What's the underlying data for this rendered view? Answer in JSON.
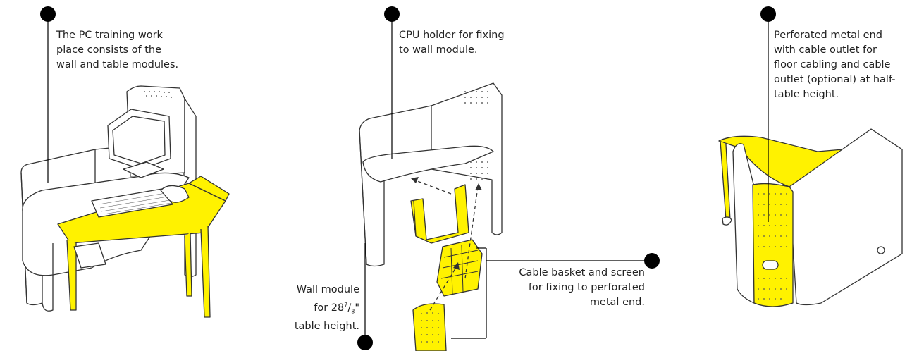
{
  "colors": {
    "accent": "#fff200",
    "line": "#333333",
    "callout": "#000000",
    "panel": "#ffffff"
  },
  "captions": {
    "pc_training": "The PC training work\nplace consists of the\nwall and table modules.",
    "cpu_holder": "CPU holder for fixing\nto wall module.",
    "perforated_end": "Perforated metal end\nwith cable outlet for\nfloor cabling and cable\noutlet (optional) at half-\ntable height.",
    "cable_basket": "Cable basket and screen\nfor fixing to perforated\nmetal end.",
    "wall_module": {
      "line1": "Wall module",
      "line2_prefix": "for 28",
      "line2_num": "7",
      "line2_den": "8",
      "line2_suffix": "\"",
      "line3": "table height."
    }
  }
}
